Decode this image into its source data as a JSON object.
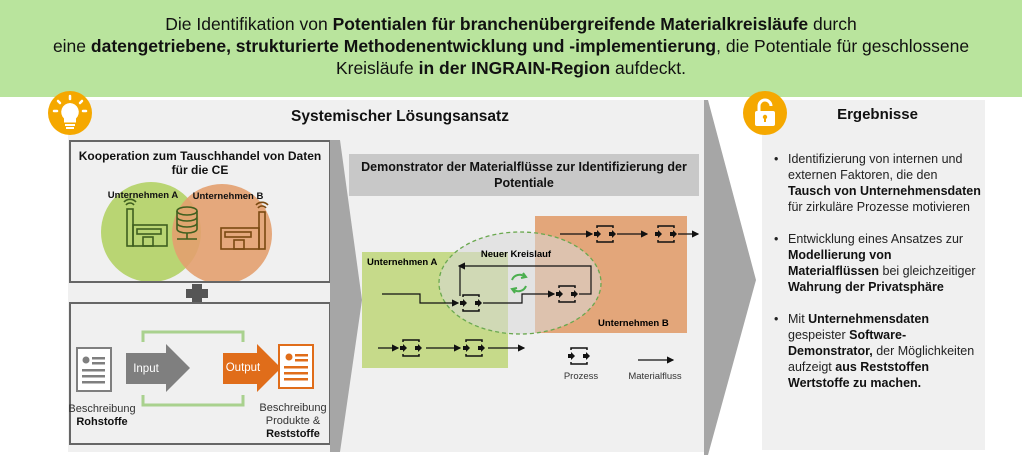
{
  "banner": {
    "lines": [
      [
        {
          "t": "Die Identifikation von "
        },
        {
          "t": "Potentialen für branchenübergreifende Materialkreisläufe"
        },
        {
          "t": " durch"
        }
      ],
      [
        {
          "t": "eine "
        },
        {
          "t": "datengetriebene, strukturierte Methodenentwicklung und -implementierung"
        },
        {
          "t": ", die Potentiale für geschlossene"
        }
      ],
      [
        {
          "t": "Kreisläufe "
        },
        {
          "t": "in der INGRAIN-Region"
        },
        {
          "t": " aufdeckt."
        }
      ]
    ]
  },
  "left": {
    "title": "Systemischer Lösungsansatz",
    "icon": "lightbulb-icon",
    "cooperation": {
      "title": "Kooperation zum Tauschhandel von Daten für die CE",
      "company_a": "Unternehmen A",
      "company_b": "Unternehmen B"
    },
    "io": {
      "input": "Input",
      "output": "Output",
      "left_doc": {
        "line1": "Beschreibung",
        "bold": "Rohstoffe"
      },
      "right_doc": {
        "line1": "Beschreibung",
        "line2": "Produkte &",
        "bold": "Reststoffe"
      }
    },
    "demonstrator": {
      "title": "Demonstrator der Materialflüsse zur Identifizierung der Potentiale",
      "company_a": "Unternehmen A",
      "company_b": "Unternehmen B",
      "loop": "Neuer Kreislauf",
      "legend_process": "Prozess",
      "legend_flow": "Materialfluss"
    }
  },
  "right": {
    "title": "Ergebnisse",
    "icon": "unlock-icon",
    "bullets": [
      [
        {
          "t": "Identifizierung von internen und externen Faktoren, die den "
        },
        {
          "t": "Tausch von Unternehmensdaten"
        },
        {
          "t": " für zirkuläre Prozesse motivieren"
        }
      ],
      [
        {
          "t": "Entwicklung eines Ansatzes zur "
        },
        {
          "t": "Modellierung von Materialflüssen"
        },
        {
          "t": " bei gleichzeitiger "
        },
        {
          "t": "Wahrung der Privatsphäre"
        }
      ],
      [
        {
          "t": "Mit "
        },
        {
          "t": "Unternehmensdaten"
        },
        {
          "t": " gespeister "
        },
        {
          "t": "Software-Demonstrator,"
        },
        {
          "t": " der Möglichkeiten aufzeigt "
        },
        {
          "t": "aus Reststoffen Wertstoffe zu machen."
        }
      ]
    ]
  },
  "colors": {
    "banner": "#b9e49d",
    "accent": "#f5a800",
    "green": "#b5d36b",
    "orange": "#e3a06f",
    "output": "#e06d1a",
    "gray": "#a6a6a6"
  }
}
